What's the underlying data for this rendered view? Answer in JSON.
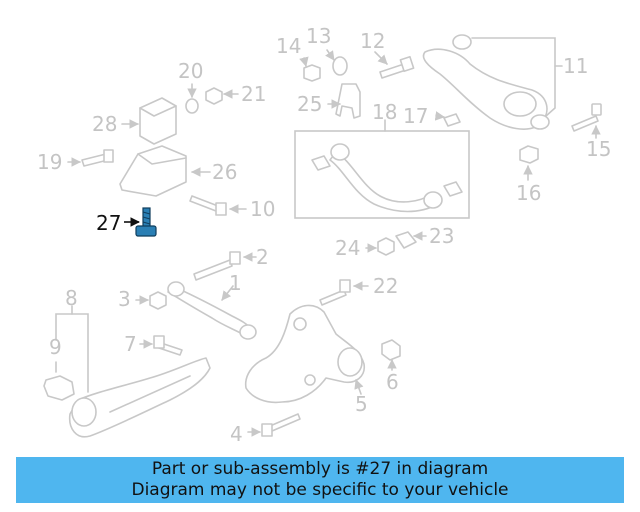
{
  "diagram": {
    "highlight_color": "#2a7fb4",
    "labels": {
      "l1": "1",
      "l2": "2",
      "l3": "3",
      "l4": "4",
      "l5": "5",
      "l6": "6",
      "l7": "7",
      "l8": "8",
      "l9": "9",
      "l10": "10",
      "l11": "11",
      "l12": "12",
      "l13": "13",
      "l14": "14",
      "l15": "15",
      "l16": "16",
      "l17": "17",
      "l18": "18",
      "l19": "19",
      "l20": "20",
      "l21": "21",
      "l22": "22",
      "l23": "23",
      "l24": "24",
      "l25": "25",
      "l26": "26",
      "l27": "27",
      "l28": "28"
    }
  },
  "banner": {
    "line1": "Part or sub-assembly is #27 in diagram",
    "line2": "Diagram may not be specific to your vehicle",
    "color": "#4fb6ef"
  }
}
